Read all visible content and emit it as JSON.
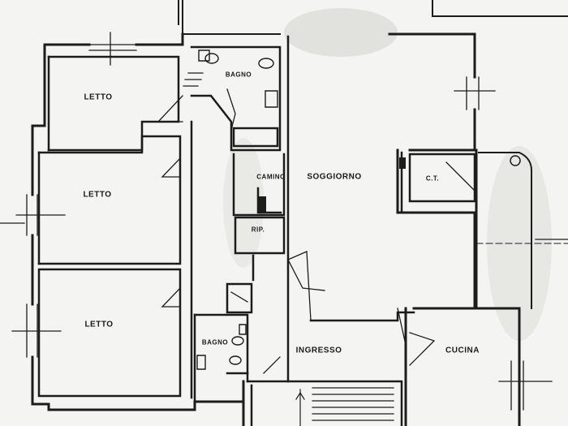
{
  "rooms": {
    "letto_1": "LETTO",
    "letto_2": "LETTO",
    "letto_3": "LETTO",
    "bagno_1": "BAGNO",
    "bagno_2": "BAGNO",
    "camino": "CAMINO",
    "soggiorno": "SOGGIORNO",
    "ct": "C.T.",
    "rip": "RIP.",
    "ingresso": "INGRESSO",
    "cucina": "CUCINA"
  },
  "colors": {
    "wall": "#1c1c1c",
    "paper": "#f4f4f2",
    "grime": "#d9d9d6"
  }
}
